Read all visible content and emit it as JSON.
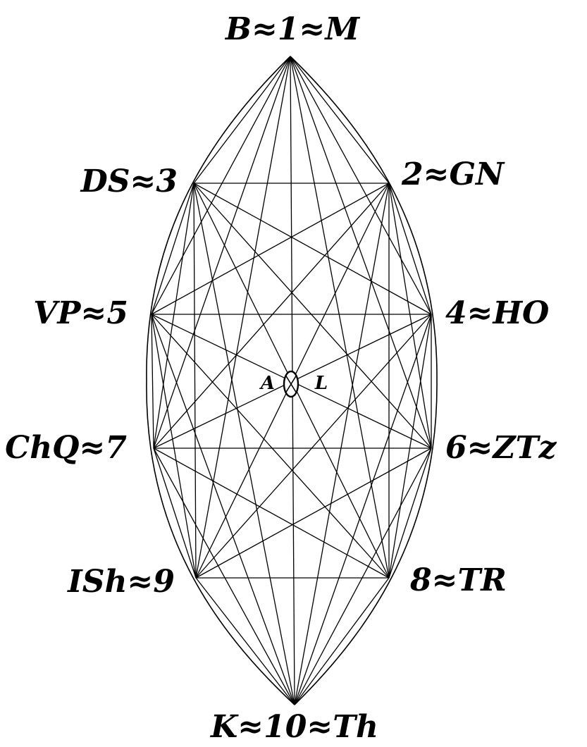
{
  "diagram": {
    "nodes": [
      {
        "id": "n1",
        "label": "B≈1≈M"
      },
      {
        "id": "n2",
        "label": "2≈GN"
      },
      {
        "id": "n3",
        "label": "DS≈3"
      },
      {
        "id": "n4",
        "label": "4≈HO"
      },
      {
        "id": "n5",
        "label": "VP≈5"
      },
      {
        "id": "n6",
        "label": "6≈ZTz"
      },
      {
        "id": "n7",
        "label": "ChQ≈7"
      },
      {
        "id": "n8",
        "label": "8≈TR"
      },
      {
        "id": "n9",
        "label": "ISh≈9"
      },
      {
        "id": "n10",
        "label": "K≈10≈Th"
      }
    ],
    "center": {
      "left_label": "A",
      "right_label": "L"
    },
    "connectivity": "complete-graph",
    "outline": "vesica"
  }
}
